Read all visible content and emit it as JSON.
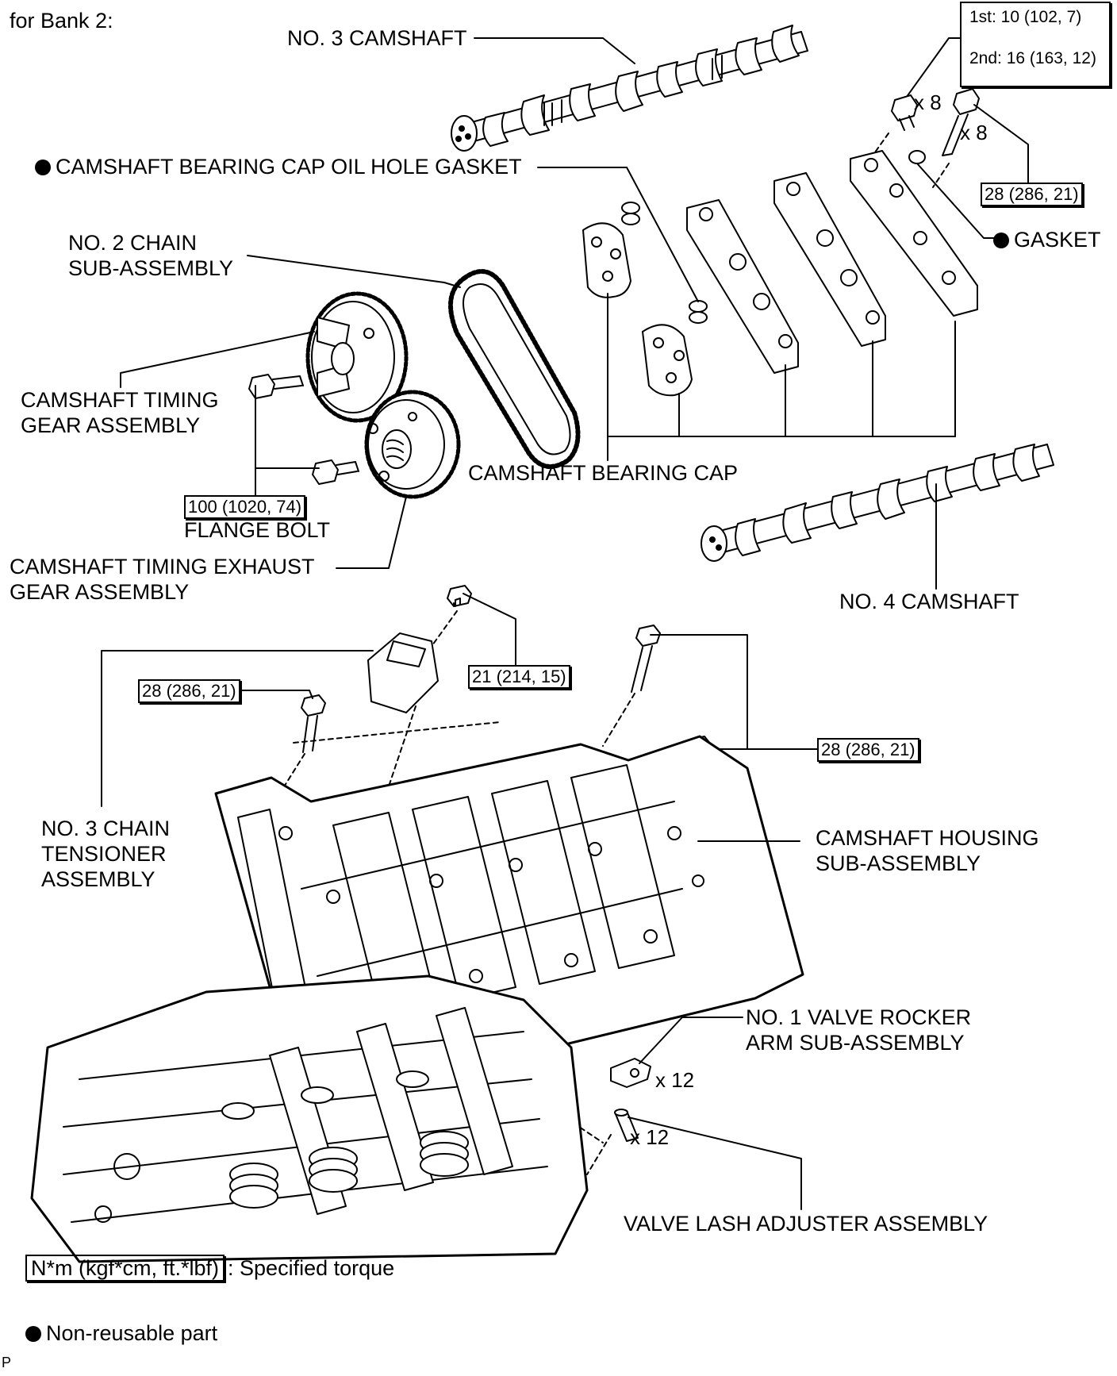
{
  "heading": "for Bank 2:",
  "labels": {
    "no3_camshaft": "NO. 3 CAMSHAFT",
    "oil_hole_gasket": "CAMSHAFT BEARING CAP OIL HOLE GASKET",
    "no2_chain_l1": "NO. 2 CHAIN",
    "no2_chain_l2": "SUB-ASSEMBLY",
    "timing_gear_l1": "CAMSHAFT TIMING",
    "timing_gear_l2": "GEAR ASSEMBLY",
    "bearing_cap": "CAMSHAFT BEARING CAP",
    "gasket": "GASKET",
    "flange_bolt": "FLANGE BOLT",
    "exhaust_gear_l1": "CAMSHAFT TIMING EXHAUST",
    "exhaust_gear_l2": "GEAR ASSEMBLY",
    "no4_camshaft": "NO. 4 CAMSHAFT",
    "no3_tensioner_l1": "NO. 3 CHAIN",
    "no3_tensioner_l2": "TENSIONER",
    "no3_tensioner_l3": "ASSEMBLY",
    "housing_l1": "CAMSHAFT HOUSING",
    "housing_l2": "SUB-ASSEMBLY",
    "rocker_l1": "NO. 1 VALVE ROCKER",
    "rocker_l2": "ARM SUB-ASSEMBLY",
    "lash_adjuster": "VALVE LASH ADJUSTER ASSEMBLY"
  },
  "torques": {
    "cap_bolt_1st": "1st: 10 (102, 7)",
    "cap_bolt_2nd": "2nd: 16 (163, 12)",
    "cap_bolt_b": "28 (286, 21)",
    "flange_bolt": "100 (1020, 74)",
    "tensioner_bolt": "21 (214, 15)",
    "housing_bolt_left": "28 (286, 21)",
    "housing_bolt_right": "28 (286, 21)"
  },
  "quantities": {
    "cap_bolt_a": "x 8",
    "cap_bolt_b": "x 8",
    "rocker_arm": "x 12",
    "lash_adjuster": "x 12"
  },
  "legend": {
    "torque_units": "N*m (kgf*cm, ft.*lbf)",
    "torque_desc": ": Specified torque",
    "nonreusable": "Non-reusable part"
  },
  "corner_code": "P",
  "colors": {
    "ink": "#000000",
    "paper": "#ffffff"
  }
}
